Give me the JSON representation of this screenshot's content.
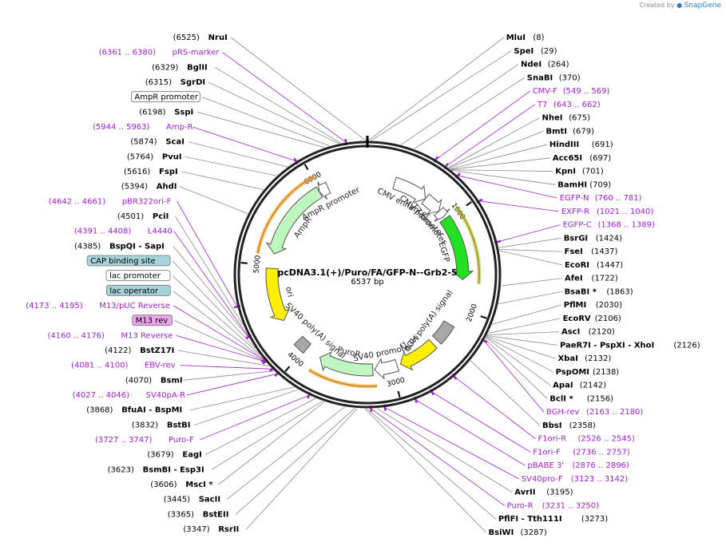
{
  "credit": {
    "prefix": "Created by",
    "brand": "SnapGene"
  },
  "map": {
    "name": "pcDNA3.1(+)/Puro/FA/GFP-N--Grb2-5",
    "length": "6537 bp",
    "total_bp": 6537,
    "ticks": [
      "1000",
      "2000",
      "3000",
      "4000",
      "5000",
      "6000"
    ]
  },
  "labels": [
    {
      "t": "s",
      "name": "NruI",
      "pos": "(6525)",
      "bp": 6525
    },
    {
      "t": "s",
      "name": "MluI",
      "pos": "(8)",
      "bp": 8
    },
    {
      "t": "s",
      "name": "SpeI",
      "pos": "(29)",
      "bp": 29
    },
    {
      "t": "s",
      "name": "NdeI",
      "pos": "(264)",
      "bp": 264
    },
    {
      "t": "s",
      "name": "SnaBI",
      "pos": "(370)",
      "bp": 370
    },
    {
      "t": "p",
      "name": "CMV-F",
      "pos": "(549 .. 569)",
      "bp": 559
    },
    {
      "t": "p",
      "name": "T7",
      "pos": "(643 .. 662)",
      "bp": 652
    },
    {
      "t": "s",
      "name": "NheI",
      "pos": "(675)",
      "bp": 675
    },
    {
      "t": "s",
      "name": "BmtI",
      "pos": "(679)",
      "bp": 679
    },
    {
      "t": "s",
      "name": "HindIII",
      "pos": "(691)",
      "bp": 691
    },
    {
      "t": "s",
      "name": "Acc65I",
      "pos": "(697)",
      "bp": 697
    },
    {
      "t": "s",
      "name": "KpnI",
      "pos": "(701)",
      "bp": 701
    },
    {
      "t": "s",
      "name": "BamHI",
      "pos": "(709)",
      "bp": 709
    },
    {
      "t": "p",
      "name": "EGFP-N",
      "pos": "(760 .. 781)",
      "bp": 770
    },
    {
      "t": "p",
      "name": "EXFP-R",
      "pos": "(1021 .. 1040)",
      "bp": 1030
    },
    {
      "t": "p",
      "name": "EGFP-C",
      "pos": "(1368 .. 1389)",
      "bp": 1378
    },
    {
      "t": "s",
      "name": "BsrGI",
      "pos": "(1424)",
      "bp": 1424
    },
    {
      "t": "s",
      "name": "FseI",
      "pos": "(1437)",
      "bp": 1437
    },
    {
      "t": "s",
      "name": "EcoRI",
      "pos": "(1447)",
      "bp": 1447
    },
    {
      "t": "s",
      "name": "AfeI",
      "pos": "(1722)",
      "bp": 1722
    },
    {
      "t": "s",
      "name": "BsaBI *",
      "pos": "(1863)",
      "bp": 1863
    },
    {
      "t": "s",
      "name": "PflMI",
      "pos": "(2030)",
      "bp": 2030
    },
    {
      "t": "s",
      "name": "EcoRV",
      "pos": "(2106)",
      "bp": 2106
    },
    {
      "t": "s",
      "name": "AscI",
      "pos": "(2120)",
      "bp": 2120
    },
    {
      "t": "s",
      "name": "PaeR7I - PspXI - XhoI",
      "pos": "(2126)",
      "bp": 2126
    },
    {
      "t": "s",
      "name": "XbaI",
      "pos": "(2132)",
      "bp": 2132
    },
    {
      "t": "s",
      "name": "PspOMI",
      "pos": "(2138)",
      "bp": 2138
    },
    {
      "t": "s",
      "name": "ApaI",
      "pos": "(2142)",
      "bp": 2142
    },
    {
      "t": "s",
      "name": "BclI *",
      "pos": "(2156)",
      "bp": 2156
    },
    {
      "t": "p",
      "name": "BGH-rev",
      "pos": "(2163 .. 2180)",
      "bp": 2171
    },
    {
      "t": "s",
      "name": "BbsI",
      "pos": "(2358)",
      "bp": 2358
    },
    {
      "t": "p",
      "name": "F1ori-R",
      "pos": "(2526 .. 2545)",
      "bp": 2535
    },
    {
      "t": "p",
      "name": "F1ori-F",
      "pos": "(2736 .. 2757)",
      "bp": 2746
    },
    {
      "t": "p",
      "name": "pBABE 3'",
      "pos": "(2876 .. 2896)",
      "bp": 2886
    },
    {
      "t": "p",
      "name": "SV40pro-F",
      "pos": "(3123 .. 3142)",
      "bp": 3132
    },
    {
      "t": "s",
      "name": "AvrII",
      "pos": "(3195)",
      "bp": 3195
    },
    {
      "t": "p",
      "name": "Puro-R",
      "pos": "(3231 .. 3250)",
      "bp": 3240
    },
    {
      "t": "s",
      "name": "PflFI - Tth111I",
      "pos": "(3273)",
      "bp": 3273
    },
    {
      "t": "s",
      "name": "BsiWI",
      "pos": "(3287)",
      "bp": 3287
    },
    {
      "t": "s",
      "name": "RsrII",
      "pos": "(3347)",
      "bp": 3347
    },
    {
      "t": "s",
      "name": "BstEII",
      "pos": "(3365)",
      "bp": 3365
    },
    {
      "t": "s",
      "name": "SacII",
      "pos": "(3445)",
      "bp": 3445
    },
    {
      "t": "s",
      "name": "MscI *",
      "pos": "(3606)",
      "bp": 3606
    },
    {
      "t": "s",
      "name": "BsmBI - Esp3I",
      "pos": "(3623)",
      "bp": 3623
    },
    {
      "t": "s",
      "name": "EagI",
      "pos": "(3679)",
      "bp": 3679
    },
    {
      "t": "p",
      "name": "Puro-F",
      "pos": "(3727 .. 3747)",
      "bp": 3737
    },
    {
      "t": "s",
      "name": "BstBI",
      "pos": "(3832)",
      "bp": 3832
    },
    {
      "t": "s",
      "name": "BfuAI - BspMI",
      "pos": "(3868)",
      "bp": 3868
    },
    {
      "t": "p",
      "name": "SV40pA-R",
      "pos": "(4027 .. 4046)",
      "bp": 4036
    },
    {
      "t": "s",
      "name": "BsmI",
      "pos": "(4070)",
      "bp": 4070
    },
    {
      "t": "p",
      "name": "EBV-rev",
      "pos": "(4081 .. 4100)",
      "bp": 4090
    },
    {
      "t": "s",
      "name": "BstZ17I",
      "pos": "(4122)",
      "bp": 4122
    },
    {
      "t": "b",
      "name": "M13 rev",
      "bp": 4168
    },
    {
      "t": "p",
      "name": "M13 Reverse",
      "pos": "(4160 .. 4176)",
      "bp": 4168
    },
    {
      "t": "b",
      "name": "lac operator",
      "bp": 4195
    },
    {
      "t": "p",
      "name": "M13/pUC Reverse",
      "pos": "(4173 .. 4195)",
      "bp": 4184
    },
    {
      "t": "b",
      "name": "lac promoter",
      "bp": 4240
    },
    {
      "t": "b",
      "name": "CAP binding site",
      "bp": 4300
    },
    {
      "t": "s",
      "name": "BspQI - SapI",
      "pos": "(4385)",
      "bp": 4385
    },
    {
      "t": "p",
      "name": "L4440",
      "pos": "(4391 .. 4408)",
      "bp": 4400
    },
    {
      "t": "s",
      "name": "PciI",
      "pos": "(4501)",
      "bp": 4501
    },
    {
      "t": "p",
      "name": "pBR322ori-F",
      "pos": "(4642 .. 4661)",
      "bp": 4651
    },
    {
      "t": "s",
      "name": "AhdI",
      "pos": "(5394)",
      "bp": 5394
    },
    {
      "t": "s",
      "name": "FspI",
      "pos": "(5616)",
      "bp": 5616
    },
    {
      "t": "s",
      "name": "PvuI",
      "pos": "(5764)",
      "bp": 5764
    },
    {
      "t": "s",
      "name": "ScaI",
      "pos": "(5874)",
      "bp": 5874
    },
    {
      "t": "p",
      "name": "Amp-R",
      "pos": "(5944 .. 5963)",
      "bp": 5953
    },
    {
      "t": "s",
      "name": "SspI",
      "pos": "(6198)",
      "bp": 6198
    },
    {
      "t": "b",
      "name": "AmpR promoter",
      "bp": 6240
    },
    {
      "t": "s",
      "name": "SgrDI",
      "pos": "(6315)",
      "bp": 6315
    },
    {
      "t": "s",
      "name": "BglII",
      "pos": "(6329)",
      "bp": 6329
    },
    {
      "t": "p",
      "name": "pRS-marker",
      "pos": "(6361 .. 6380)",
      "bp": 6370
    }
  ],
  "features": [
    {
      "name": "CMV enhancer",
      "kind": "enhancer",
      "start": 300,
      "end": 680,
      "dir": 1,
      "color": "#ffffff"
    },
    {
      "name": "CMV promoter",
      "kind": "promoter",
      "start": 680,
      "end": 880,
      "dir": 1,
      "color": "#ffffff"
    },
    {
      "name": "T7 promoter",
      "kind": "promoter",
      "start": 880,
      "end": 960,
      "dir": 1,
      "color": "#ffffff"
    },
    {
      "name": "EGFP",
      "kind": "cds",
      "start": 985,
      "end": 1690,
      "dir": 1,
      "color": "#22e022"
    },
    {
      "name": "bGH poly(A) signal",
      "kind": "terminator",
      "start": 2200,
      "end": 2420,
      "dir": 0,
      "color": "#a8a8a8"
    },
    {
      "name": "f1 ori",
      "kind": "origin",
      "start": 2480,
      "end": 2900,
      "dir": 1,
      "color": "#ffee00"
    },
    {
      "name": "SV40 promoter",
      "kind": "promoter",
      "start": 2940,
      "end": 3190,
      "dir": 1,
      "color": "#ffffff"
    },
    {
      "name": "PuroR",
      "kind": "cds",
      "start": 3210,
      "end": 3810,
      "dir": 1,
      "color": "#bff5bf"
    },
    {
      "name": "SV40 poly(A) signal",
      "kind": "terminator",
      "start": 3980,
      "end": 4110,
      "dir": 0,
      "color": "#a8a8a8"
    },
    {
      "name": "ori",
      "kind": "origin",
      "start": 4380,
      "end": 4970,
      "dir": -1,
      "color": "#ffee00"
    },
    {
      "name": "AmpR",
      "kind": "cds",
      "start": 5130,
      "end": 5990,
      "dir": -1,
      "color": "#bff5bf"
    },
    {
      "name": "AmpR promoter",
      "kind": "promoter",
      "start": 5990,
      "end": 6095,
      "dir": -1,
      "color": "#ffffff"
    }
  ],
  "colors": {
    "site": "#000000",
    "primer": "#a020d0",
    "primer_line": "#a020d0",
    "leader": "#8a8a8a",
    "orf_outline": "#f0a020",
    "orf_line": "#d08010",
    "egfp_line": "#55b010",
    "box_teal": "#a6d2da",
    "box_pink": "#eaa6ea"
  }
}
